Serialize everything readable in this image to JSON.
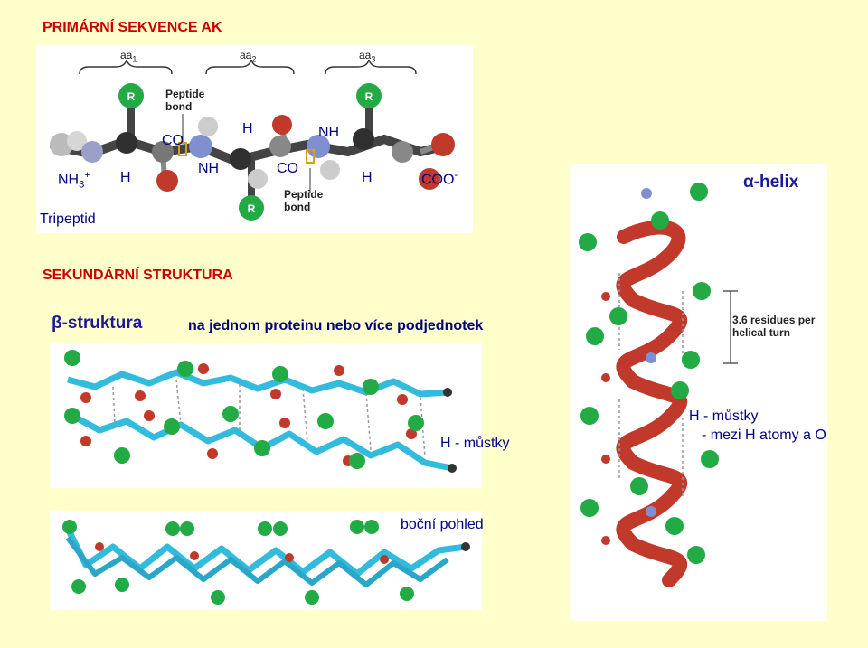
{
  "slide": {
    "title_primary": "PRIMÁRNÍ SEKVENCE AK",
    "title_secondary": "SEKUNDÁRNÍ STRUKTURA",
    "beta_label": "β-struktura",
    "beta_desc": "na jednom proteinu nebo více podjednotek",
    "alpha_label": "α-helix",
    "tripeptid": "Tripeptid",
    "h_bridges_beta": "H - můstky",
    "side_view": "boční pohled",
    "h_bridges_helix_1": "H - můstky",
    "h_bridges_helix_2": "- mezi H atomy a O"
  },
  "tripeptide": {
    "aa1": "aa",
    "aa1_sub": "1",
    "aa2": "aa",
    "aa2_sub": "2",
    "aa3": "aa",
    "aa3_sub": "3",
    "peptide_bond_top_1": "Peptide",
    "peptide_bond_top_2": "bond",
    "peptide_bond_bottom_1": "Peptide",
    "peptide_bond_bottom_2": "bond",
    "nh3": "NH",
    "nh3_sub": "3",
    "nh3_sup": "+",
    "h1": "H",
    "co1": "CO",
    "nh1": "NH",
    "h_top": "H",
    "co2": "CO",
    "nh_top": "NH",
    "h2": "H",
    "coo": "COO",
    "coo_sup": "-",
    "r_label": "R"
  },
  "helix": {
    "annotation_1": "3.6 residues per",
    "annotation_2": "helical turn"
  },
  "colors": {
    "title_red": "#cc0000",
    "label_blue": "#1a1a99",
    "background": "#ffffcc",
    "r_green": "#22aa44",
    "strand_cyan": "#33bbdd",
    "helix_red": "#c0392b"
  }
}
